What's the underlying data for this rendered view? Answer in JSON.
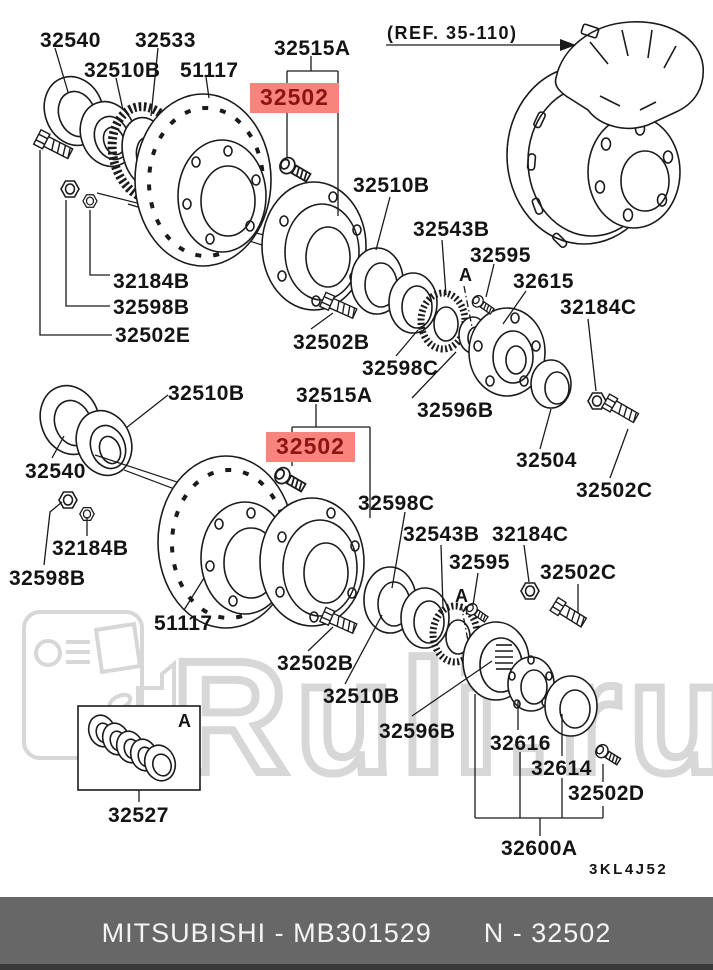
{
  "diagram": {
    "ref_note": "(REF. 35-110)",
    "plate_code": "3KL4J52",
    "highlight_color": "#f8847e",
    "highlight_text_color": "#8e1414",
    "line_color": "#1b1b1b",
    "labels": [
      {
        "text": "32540"
      },
      {
        "text": "32533"
      },
      {
        "text": "32510B"
      },
      {
        "text": "51117"
      },
      {
        "text": "32515A"
      },
      {
        "text": "(REF. 35-110)"
      },
      {
        "text": "32502",
        "highlighted": true
      },
      {
        "text": "32510B"
      },
      {
        "text": "32543B"
      },
      {
        "text": "32595"
      },
      {
        "text": "A"
      },
      {
        "text": "32615"
      },
      {
        "text": "32184C"
      },
      {
        "text": "32184B"
      },
      {
        "text": "32598B"
      },
      {
        "text": "32502E"
      },
      {
        "text": "32502B"
      },
      {
        "text": "32598C"
      },
      {
        "text": "32596B"
      },
      {
        "text": "32504"
      },
      {
        "text": "32502C"
      },
      {
        "text": "32510B"
      },
      {
        "text": "32515A"
      },
      {
        "text": "32502",
        "highlighted": true
      },
      {
        "text": "32598C"
      },
      {
        "text": "32543B"
      },
      {
        "text": "32184C"
      },
      {
        "text": "32595"
      },
      {
        "text": "32502C"
      },
      {
        "text": "A"
      },
      {
        "text": "32540"
      },
      {
        "text": "32184B"
      },
      {
        "text": "32598B"
      },
      {
        "text": "51117"
      },
      {
        "text": "32502B"
      },
      {
        "text": "32510B"
      },
      {
        "text": "32596B"
      },
      {
        "text": "32616"
      },
      {
        "text": "32614"
      },
      {
        "text": "32502D"
      },
      {
        "text": "32600A"
      },
      {
        "text": "A"
      },
      {
        "text": "32527"
      },
      {
        "text": "3KL4J52"
      }
    ]
  },
  "watermark": {
    "text": "Ruli.ru",
    "color": "#d7d7d7",
    "truck_icon": "delivery-truck-icon"
  },
  "footer": {
    "left": "MITSUBISHI - MB301529",
    "right": "N - 32502",
    "bg": "#676767"
  }
}
